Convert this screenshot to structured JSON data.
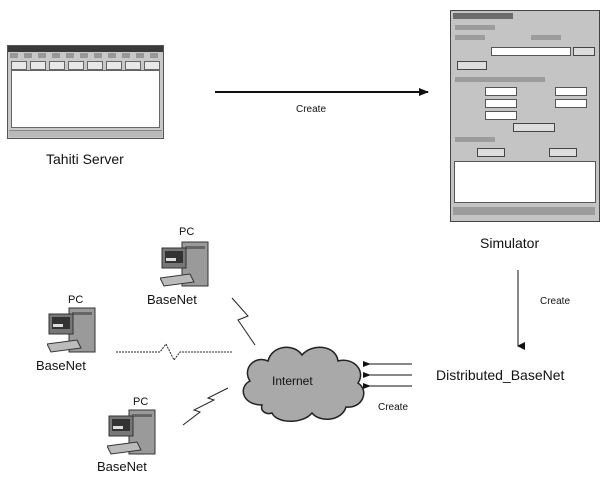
{
  "nodes": {
    "tahiti_server": "Tahiti Server",
    "simulator": "Simulator",
    "distributed_basenet": "Distributed_BaseNet",
    "internet": "Internet"
  },
  "edges": {
    "server_to_simulator": "Create",
    "simulator_to_distributed": "Create",
    "distributed_to_internet": "Create"
  },
  "computers": [
    {
      "pc_label": "PC",
      "name": "BaseNet"
    },
    {
      "pc_label": "PC",
      "name": "BaseNet"
    },
    {
      "pc_label": "PC",
      "name": "BaseNet"
    }
  ]
}
